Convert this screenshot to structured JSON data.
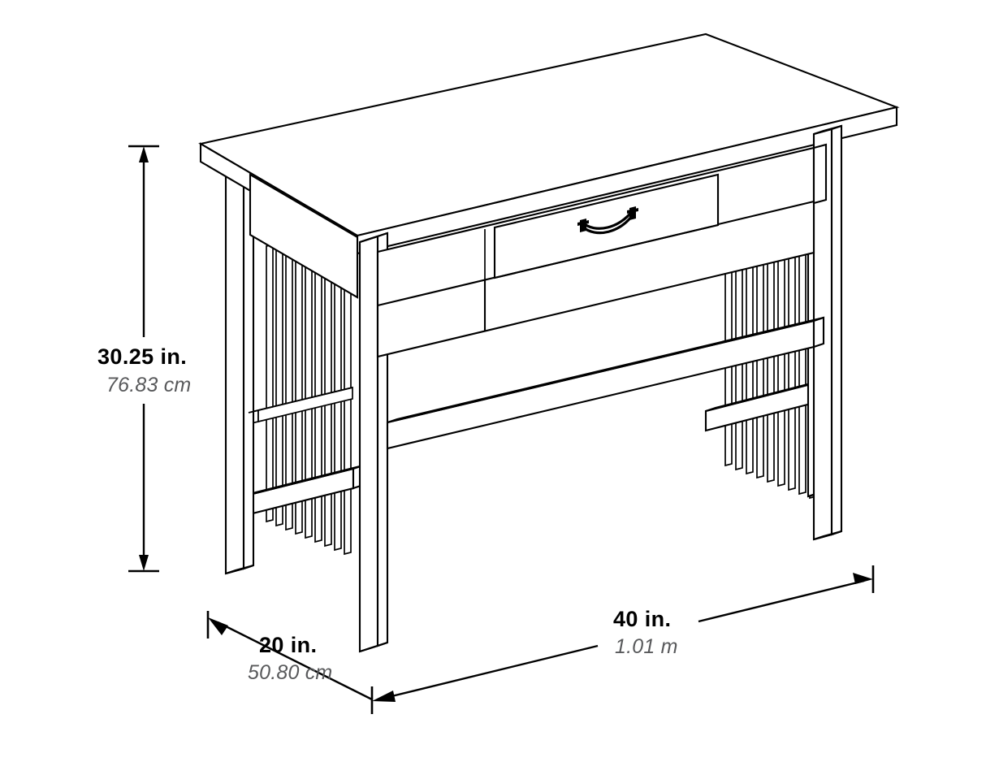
{
  "drawing": {
    "title": "Mission Style Writing Desk Dimension Diagram",
    "product": "writing desk",
    "projection": "isometric line drawing",
    "background_color": "#ffffff",
    "line_color": "#000000",
    "imperial_text_color": "#000000",
    "metric_text_color": "#58595b"
  },
  "dimensions": {
    "height": {
      "name": "height",
      "imperial": "30.25  in.",
      "metric": "76.83 cm",
      "orientation": "vertical"
    },
    "depth": {
      "name": "depth",
      "imperial": "20 in.",
      "metric": "50.80 cm",
      "orientation": "diagonal-left"
    },
    "width": {
      "name": "width",
      "imperial": "40 in.",
      "metric": "1.01 m",
      "orientation": "diagonal-right"
    }
  },
  "parts": {
    "desktop": "desk-top-surface",
    "drawer": "center-drawer",
    "handle": "drawer-bail-pull-handle",
    "apron_left": "left-apron-panel",
    "apron_right": "right-apron-panel",
    "legs": [
      "front-left-leg",
      "front-right-leg",
      "rear-left-leg",
      "rear-right-leg"
    ],
    "stretcher": "front-stretcher-beam",
    "side_panel_left": "left-slat-panel",
    "side_panel_right": "right-slat-panel",
    "slat_count_left": 9,
    "slat_count_right": 9
  }
}
